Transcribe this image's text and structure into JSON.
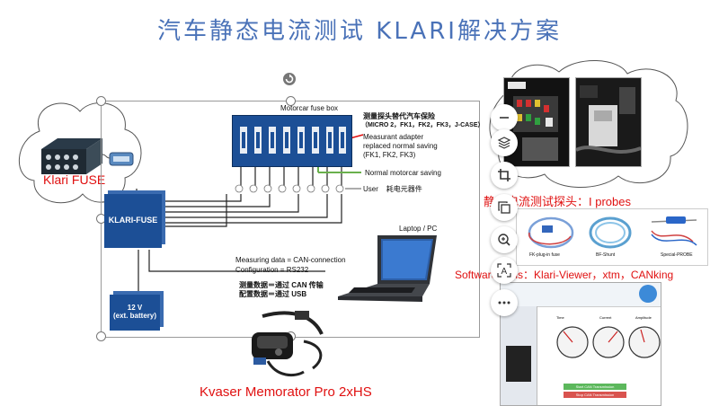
{
  "slide": {
    "title": "汽车静态电流测试  KLARI解决方案"
  },
  "labels": {
    "klari_fuse": "Klari FUSE",
    "current_probes": "静态电流测试探头：I probes",
    "software_tools": "Software tools：Klari-Viewer，xtm，CANking",
    "kvaser": "Kvaser Memorator Pro 2xHS"
  },
  "diagram": {
    "fuse_box_title": "Motorcar fuse box",
    "probe_replace_cn": "测量探头替代汽车保险",
    "probe_types": "（MICRO 2，FK1，FK2，FK3，J-CASE）",
    "adapter_text_1": "Measurant adapter",
    "adapter_text_2": "replaced normal saving",
    "adapter_text_3": "(FK1, FK2, FK3)",
    "normal_saving": "Normal motorcar saving",
    "user_label": "User",
    "user_cn": "耗电元器件",
    "klari_fuse_box": "KLARI-FUSE",
    "laptop_label": "Laptop / PC",
    "measuring_data": "Measuring data = CAN-connection",
    "configuration": "Configuration = RS232",
    "measure_cn": "测量数据＝通过 CAN 传输",
    "config_cn": "配置数据＝通过 USB",
    "battery_line1": "12 V",
    "battery_line2": "(ext. battery)"
  },
  "probe_photo": {
    "cap1": "FK-plug-in fuse",
    "cap2": "BF-Shunt",
    "cap3": "Special-PROBE"
  },
  "software": {
    "btn1": "Start CAN Transmission",
    "btn2": "Stop CAN Transmission",
    "gauge1": "Time",
    "gauge2": "Current",
    "gauge3": "Amplitude"
  },
  "toolbar": {
    "items": [
      "zoom-out",
      "layers",
      "crop",
      "duplicate",
      "zoom-in",
      "ocr",
      "more"
    ]
  },
  "colors": {
    "title": "#4a72b8",
    "label_red": "#e01010",
    "fuse_blue": "#1c4f96",
    "line_green": "#6ab04c"
  }
}
